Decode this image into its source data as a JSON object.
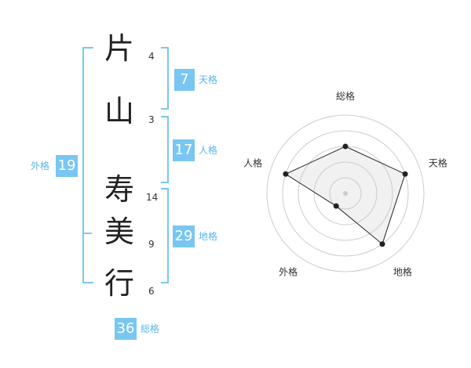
{
  "name": {
    "chars": [
      {
        "char": "片",
        "strokes": "4"
      },
      {
        "char": "山",
        "strokes": "3"
      },
      {
        "char": "寿",
        "strokes": "14"
      },
      {
        "char": "美",
        "strokes": "9"
      },
      {
        "char": "行",
        "strokes": "6"
      }
    ]
  },
  "fortunes": {
    "tenkaku": {
      "value": "7",
      "label": "天格"
    },
    "jinkaku": {
      "value": "17",
      "label": "人格"
    },
    "chikaku": {
      "value": "29",
      "label": "地格"
    },
    "gaikaku": {
      "value": "19",
      "label": "外格"
    },
    "soukaku": {
      "value": "36",
      "label": "総格"
    }
  },
  "colors": {
    "accent": "#79c6f2",
    "accent_text": "#5bb6e8"
  },
  "chart_data": {
    "type": "radar",
    "axes": [
      "総格",
      "天格",
      "地格",
      "外格",
      "人格"
    ],
    "values": [
      3,
      4,
      4,
      1,
      4
    ],
    "max": 5,
    "rings": 5
  }
}
